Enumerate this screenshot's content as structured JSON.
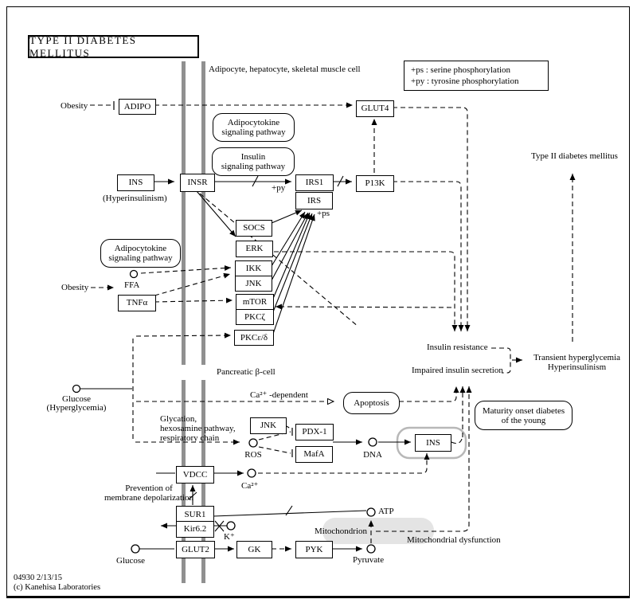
{
  "title": "TYPE II DIABETES MELLITUS",
  "legend": {
    "text": "+ps : serine phosphorylation\n+py : tyrosine phosphorylation"
  },
  "regions": {
    "adipocyte_cell": "Adipocyte, hepatocyte, skeletal muscle cell",
    "beta_cell": "Pancreatic β-cell",
    "mitochondrion": "Mitochondrion"
  },
  "pathway_boxes": {
    "adipocytokine1": "Adipocytokine\nsignaling pathway",
    "insulin_signaling": "Insulin\nsignaling pathway",
    "adipocytokine2": "Adipocytokine\nsignaling pathway",
    "apoptosis": "Apoptosis",
    "mody": "Maturity onset diabetes\nof the young"
  },
  "genes": {
    "adipo": "ADIPO",
    "glut4": "GLUT4",
    "ins": "INS",
    "insr": "INSR",
    "irs1": "IRS1",
    "pi3k": "P13K",
    "irs": "IRS",
    "socs": "SOCS",
    "erk": "ERK",
    "ikk": "IKK",
    "jnk": "JNK",
    "mtor": "mTOR",
    "pkcz": "PKCζ",
    "pkced": "PKCε/δ",
    "tnfa": "TNFα",
    "jnk_beta": "JNK",
    "pdx1": "PDX-1",
    "mafa": "MafA",
    "ins_beta": "INS",
    "vdcc": "VDCC",
    "sur1": "SUR1",
    "kir62": "Kir6.2",
    "glut2": "GLUT2",
    "gk": "GK",
    "pyk": "PYK"
  },
  "compounds": {
    "ffa": "FFA",
    "glucose1": "Glucose",
    "hyperglycemia": "(Hyperglycemia)",
    "ros": "ROS",
    "dna": "DNA",
    "ca": "Ca²⁺",
    "k": "K⁺",
    "atp": "ATP",
    "pyruvate": "Pyruvate",
    "glucose2": "Glucose"
  },
  "labels": {
    "obesity1": "Obesity",
    "obesity2": "Obesity",
    "hyperinsulinism": "(Hyperinsulinism)",
    "plus_py": "+py",
    "plus_ps": "+ps",
    "ca_dependent": "Ca²⁺ -dependent",
    "glycation": "Glycation,\nhexosamine pathway,\nrespiratory chain",
    "prevention": "Prevention of\nmembrane depolarization",
    "insulin_resistance": "Insulin resistance",
    "impaired_secretion": "Impaired insulin secretion",
    "transient": "Transient hyperglycemia\nHyperinsulinism",
    "t2dm": "Type II diabetes mellitus",
    "mito_dysfunction": "Mitochondrial dysfunction"
  },
  "footer": {
    "map_id": "04930 2/13/15",
    "copyright": "(c) Kanehisa Laboratories"
  },
  "colors": {
    "membrane": "#909090",
    "highlight": "#e4e4e4",
    "ins_ring": "#b8b8b8",
    "line": "#000000"
  }
}
